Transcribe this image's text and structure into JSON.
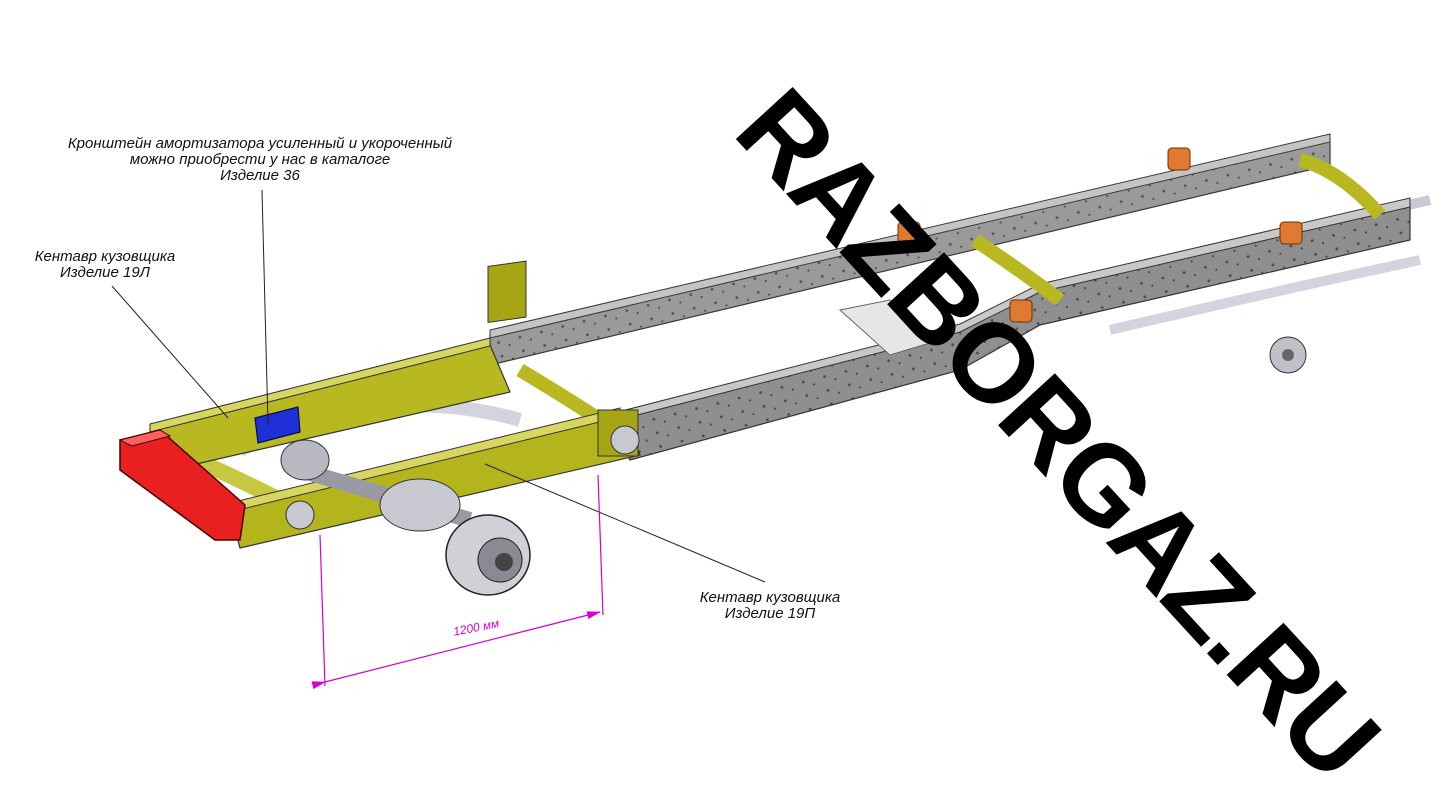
{
  "labels": {
    "bracket": {
      "line1": "Кронштейн амортизатора усиленный и укороченный",
      "line2": "можно приобрести у нас в каталоге",
      "line3": "Изделие 36"
    },
    "left_part": {
      "line1": "Кентавр кузовщика",
      "line2": "Изделие 19Л"
    },
    "right_part": {
      "line1": "Кентавр кузовщика",
      "line2": "Изделие 19П"
    }
  },
  "dimension": {
    "text": "1200 мм"
  },
  "watermark": {
    "text": "RAZBORGAZ.RU"
  },
  "colors": {
    "frame_gray": "#9a9a9a",
    "frame_dark": "#5e5e5e",
    "extension_yellow": "#b8b820",
    "rear_crossmember_red": "#e82020",
    "bracket_blue": "#2030d8",
    "bump_stop_orange": "#e07a30",
    "dimension_magenta": "#d400d4",
    "spring_light": "#e4e4ee"
  }
}
